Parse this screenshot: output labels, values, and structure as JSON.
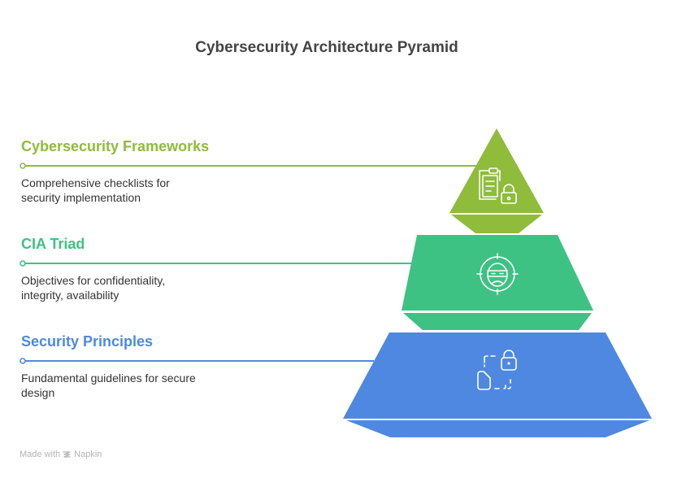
{
  "title": "Cybersecurity Architecture Pyramid",
  "levels": [
    {
      "name": "Cybersecurity Frameworks",
      "description_line1": "Comprehensive checklists for",
      "description_line2": "security implementation",
      "color": "#8FBC3A",
      "icon": "clipboard-lock-icon"
    },
    {
      "name": "CIA Triad",
      "description_line1": "Objectives for confidentiality,",
      "description_line2": "integrity, availability",
      "color": "#3EC283",
      "icon": "masked-intruder-target-icon"
    },
    {
      "name": "Security Principles",
      "description_line1": "Fundamental guidelines for secure",
      "description_line2": "design",
      "color": "#4F88E0",
      "icon": "document-dashed-lock-icon"
    }
  ],
  "footer": {
    "made_with": "Made with",
    "brand": "Napkin"
  }
}
